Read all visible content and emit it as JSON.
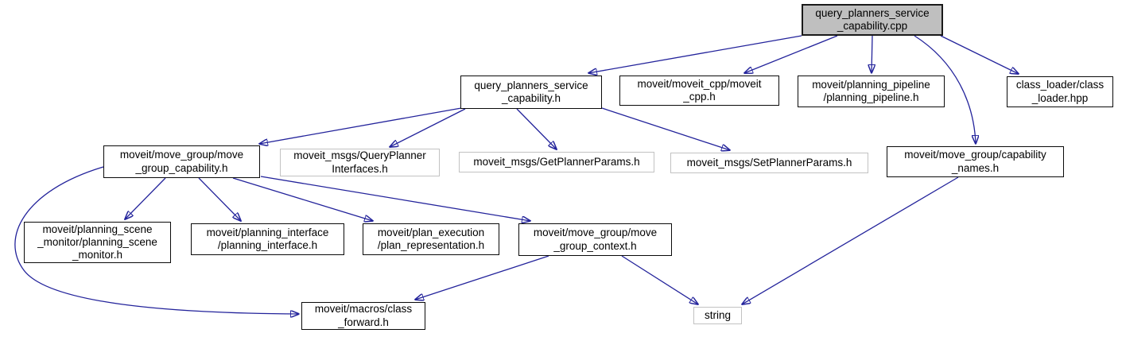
{
  "diagram": {
    "type": "include-dependency-graph",
    "root_file": "query_planners_service_capability.cpp",
    "colors": {
      "edge": "#23239b",
      "current_node_fill": "#bfbfbf",
      "node_border": "#0a0a0a",
      "external_node_border": "#c2c2c2",
      "background": "#ffffff"
    },
    "nodes": [
      {
        "id": "query-planners-service-capability-cpp",
        "label": "query_planners_service\n_capability.cpp",
        "kind": "current"
      },
      {
        "id": "query-planners-service-capability-h",
        "label": "query_planners_service\n_capability.h",
        "kind": "linked"
      },
      {
        "id": "moveit-cpp-h",
        "label": "moveit/moveit_cpp/moveit\n_cpp.h",
        "kind": "linked"
      },
      {
        "id": "planning-pipeline-h",
        "label": "moveit/planning_pipeline\n/planning_pipeline.h",
        "kind": "linked"
      },
      {
        "id": "class-loader-hpp",
        "label": "class_loader/class\n_loader.hpp",
        "kind": "linked"
      },
      {
        "id": "move-group-capability-h",
        "label": "moveit/move_group/move\n_group_capability.h",
        "kind": "linked"
      },
      {
        "id": "query-planner-interfaces-h",
        "label": "moveit_msgs/QueryPlanner\nInterfaces.h",
        "kind": "external"
      },
      {
        "id": "get-planner-params-h",
        "label": "moveit_msgs/GetPlannerParams.h",
        "kind": "external"
      },
      {
        "id": "set-planner-params-h",
        "label": "moveit_msgs/SetPlannerParams.h",
        "kind": "external"
      },
      {
        "id": "capability-names-h",
        "label": "moveit/move_group/capability\n_names.h",
        "kind": "linked"
      },
      {
        "id": "planning-scene-monitor-h",
        "label": "moveit/planning_scene\n_monitor/planning_scene\n_monitor.h",
        "kind": "linked"
      },
      {
        "id": "planning-interface-h",
        "label": "moveit/planning_interface\n/planning_interface.h",
        "kind": "linked"
      },
      {
        "id": "plan-representation-h",
        "label": "moveit/plan_execution\n/plan_representation.h",
        "kind": "linked"
      },
      {
        "id": "move-group-context-h",
        "label": "moveit/move_group/move\n_group_context.h",
        "kind": "linked"
      },
      {
        "id": "class-forward-h",
        "label": "moveit/macros/class\n_forward.h",
        "kind": "linked"
      },
      {
        "id": "string",
        "label": "string",
        "kind": "external"
      }
    ],
    "edges": [
      {
        "from": "query_planners_service_capability.cpp",
        "to": "query_planners_service_capability.h"
      },
      {
        "from": "query_planners_service_capability.cpp",
        "to": "moveit/moveit_cpp/moveit_cpp.h"
      },
      {
        "from": "query_planners_service_capability.cpp",
        "to": "moveit/planning_pipeline/planning_pipeline.h"
      },
      {
        "from": "query_planners_service_capability.cpp",
        "to": "class_loader/class_loader.hpp"
      },
      {
        "from": "query_planners_service_capability.cpp",
        "to": "moveit/move_group/capability_names.h"
      },
      {
        "from": "query_planners_service_capability.h",
        "to": "moveit/move_group/move_group_capability.h"
      },
      {
        "from": "query_planners_service_capability.h",
        "to": "moveit_msgs/QueryPlannerInterfaces.h"
      },
      {
        "from": "query_planners_service_capability.h",
        "to": "moveit_msgs/GetPlannerParams.h"
      },
      {
        "from": "query_planners_service_capability.h",
        "to": "moveit_msgs/SetPlannerParams.h"
      },
      {
        "from": "moveit/move_group/move_group_capability.h",
        "to": "moveit/planning_scene_monitor/planning_scene_monitor.h"
      },
      {
        "from": "moveit/move_group/move_group_capability.h",
        "to": "moveit/planning_interface/planning_interface.h"
      },
      {
        "from": "moveit/move_group/move_group_capability.h",
        "to": "moveit/plan_execution/plan_representation.h"
      },
      {
        "from": "moveit/move_group/move_group_capability.h",
        "to": "moveit/move_group/move_group_context.h"
      },
      {
        "from": "moveit/move_group/move_group_capability.h",
        "to": "moveit/macros/class_forward.h"
      },
      {
        "from": "moveit/move_group/capability_names.h",
        "to": "string"
      },
      {
        "from": "moveit/move_group/move_group_context.h",
        "to": "moveit/macros/class_forward.h"
      },
      {
        "from": "moveit/move_group/move_group_context.h",
        "to": "string"
      }
    ]
  }
}
